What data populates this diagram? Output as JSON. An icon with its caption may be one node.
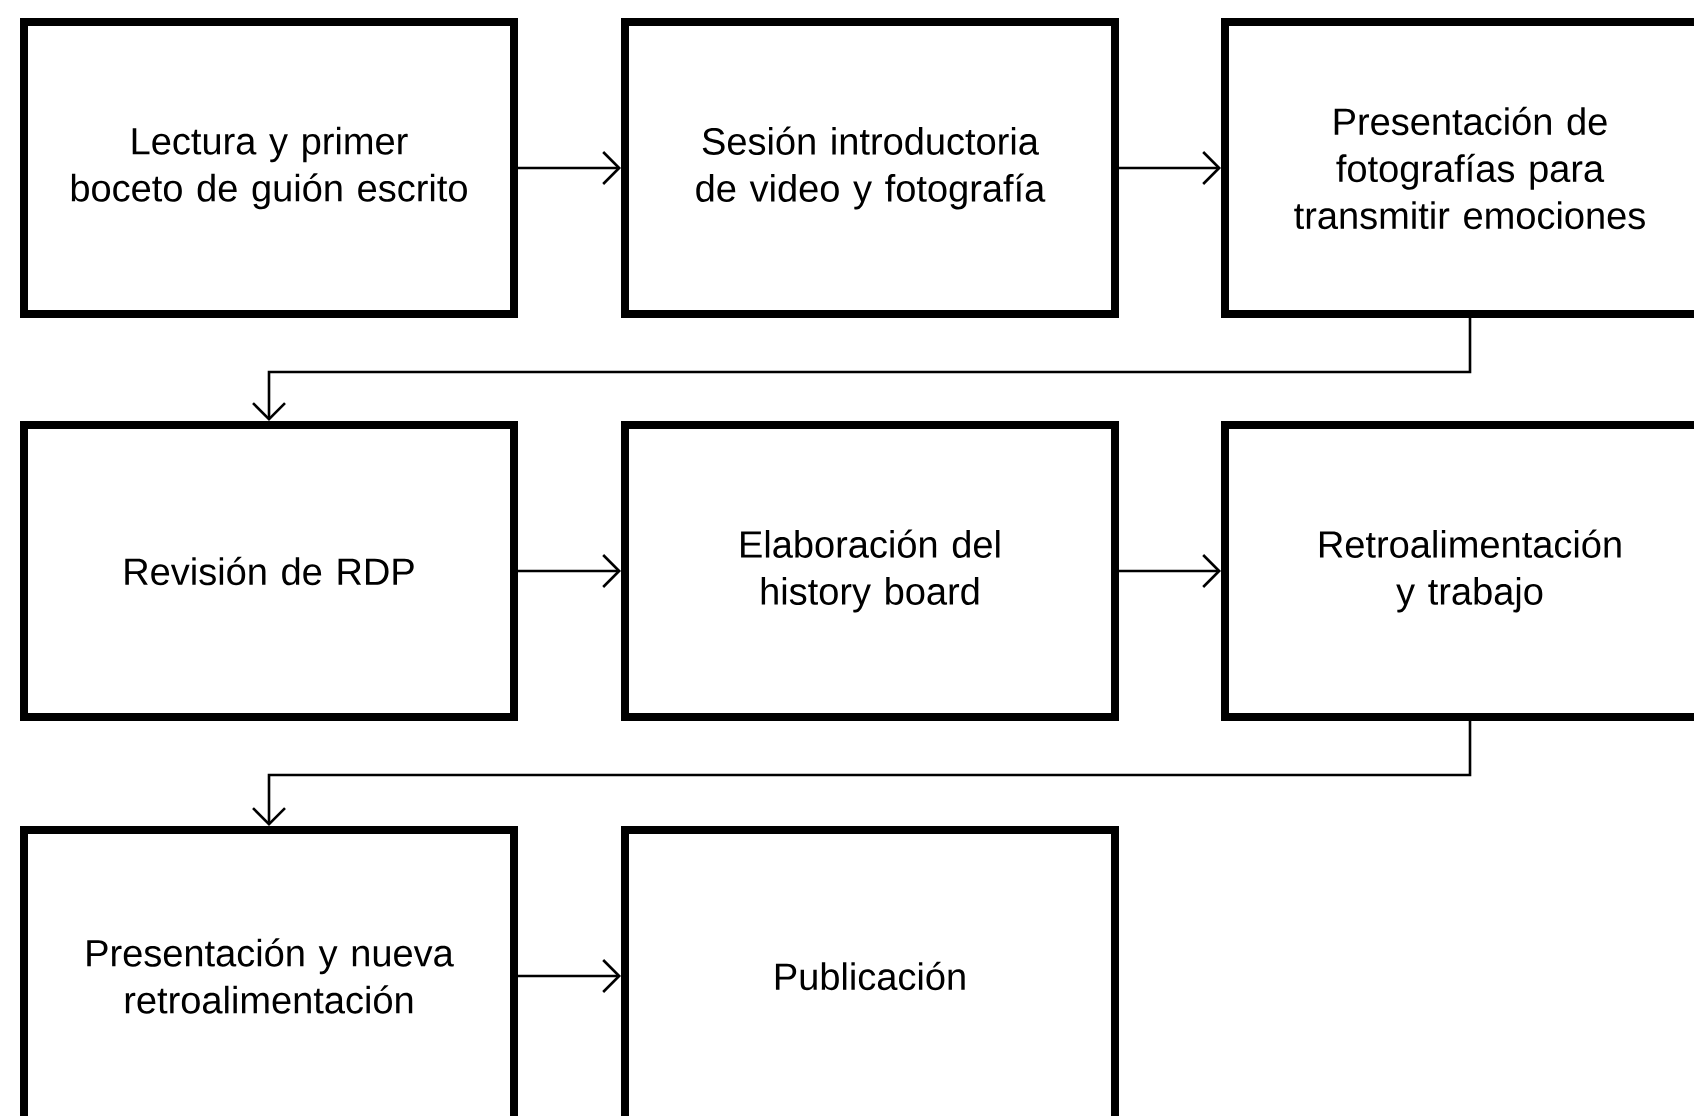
{
  "diagram": {
    "nodes": [
      {
        "text": [
          "Lectura y primer boceto de guión escrito"
        ]
      },
      {
        "text": [
          "Sesión introductoria de video y fotografía"
        ]
      },
      {
        "text": [
          "Presentación de fotografías para transmitir emociones"
        ]
      },
      {
        "text": [
          "Revisión de RDP"
        ]
      },
      {
        "text": [
          "Elaboración del history board"
        ]
      },
      {
        "text": [
          "Retroalimentación y trabajo"
        ]
      },
      {
        "text": [
          "Presentación y nueva retroalimentación"
        ]
      },
      {
        "text": [
          "Publicación"
        ]
      }
    ],
    "edges": [
      {
        "from": 0,
        "to": 1,
        "arrow": "to"
      },
      {
        "from": 1,
        "to": 2,
        "arrow": "to"
      },
      {
        "from": 2,
        "to": 3,
        "arrow": "to"
      },
      {
        "from": 3,
        "to": 4,
        "arrow": "to"
      },
      {
        "from": 4,
        "to": 5,
        "arrow": "to"
      },
      {
        "from": 5,
        "to": 6,
        "arrow": "to"
      },
      {
        "from": 6,
        "to": 7,
        "arrow": "to"
      }
    ]
  }
}
